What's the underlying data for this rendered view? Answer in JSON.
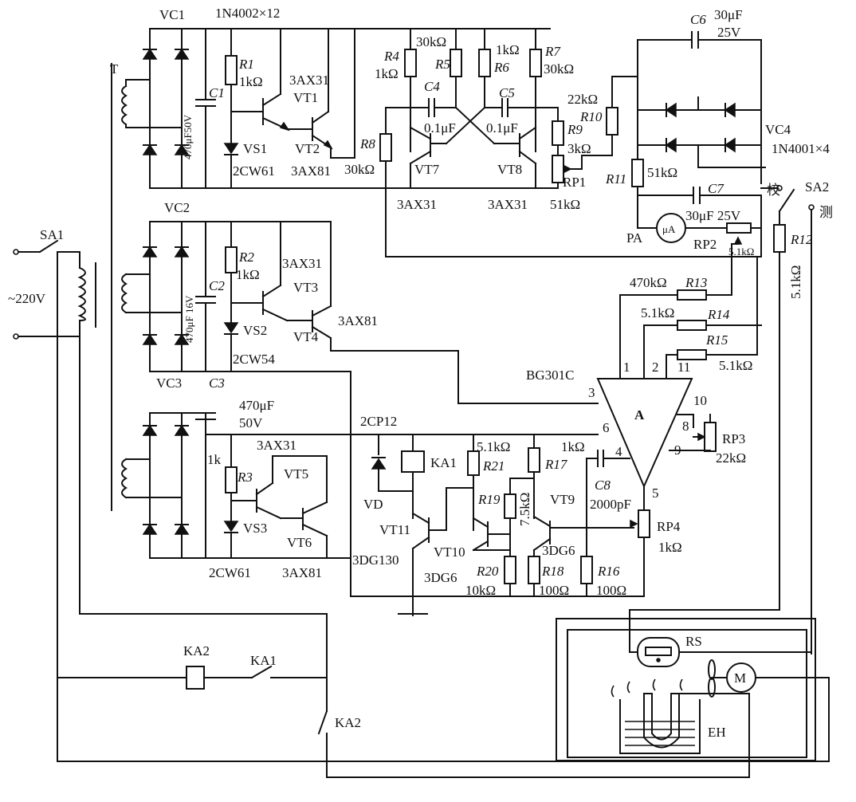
{
  "components": {
    "vc1": "VC1",
    "bridge1_diodes": "1N4002×12",
    "t": "T",
    "c1": "C1",
    "c1_val": "470μF50V",
    "r1": "R1",
    "r1_val": "1kΩ",
    "vt1_type": "3AX31",
    "vt1": "VT1",
    "vs1": "VS1",
    "vs1_type": "2CW61",
    "vt2": "VT2",
    "vt2_type": "3AX81",
    "r4": "R4",
    "r4_val": "1kΩ",
    "r5_val": "30kΩ",
    "r5": "R5",
    "r6_val": "1kΩ",
    "r6": "R6",
    "r7": "R7",
    "r7_val": "30kΩ",
    "c4": "C4",
    "c4_val": "0.1μF",
    "c5": "C5",
    "c5_val": "0.1μF",
    "r8": "R8",
    "r8_val": "30kΩ",
    "vt7": "VT7",
    "vt7_type": "3AX31",
    "vt8": "VT8",
    "vt8_type": "3AX31",
    "r9": "R9",
    "r9_val": "3kΩ",
    "r10": "R10",
    "r10_val": "22kΩ",
    "rp1": "RP1",
    "rp1_val": "51kΩ",
    "r11": "R11",
    "r11_val": "51kΩ",
    "c6": "C6",
    "c6_val": "30μF",
    "c6_v": "25V",
    "vc4": "VC4",
    "vc4_diodes": "1N4001×4",
    "c7": "C7",
    "c7_val": "30μF 25V",
    "pa": "PA",
    "meter": "μA",
    "rp2": "RP2",
    "rp2_val": "5.1kΩ",
    "sa2": "SA2",
    "sa2_cal": "校",
    "sa2_meas": "测",
    "r12": "R12",
    "r12_val": "5.1kΩ",
    "sa1": "SA1",
    "mains": "~220V",
    "vc2": "VC2",
    "c2": "C2",
    "c2_val": "470μF 16V",
    "r2": "R2",
    "r2_val": "1kΩ",
    "vt3_type": "3AX31",
    "vt3": "VT3",
    "vt4": "VT4",
    "vt4_type": "3AX81",
    "vs2": "VS2",
    "vs2_type": "2CW54",
    "r13": "R13",
    "r13_val": "470kΩ",
    "r14": "R14",
    "r14_val": "5.1kΩ",
    "r15": "R15",
    "r15_val": "5.1kΩ",
    "opamp": "BG301C",
    "opamp_a": "A",
    "pin1": "1",
    "pin2": "2",
    "pin11": "11",
    "pin3": "3",
    "pin10": "10",
    "pin8": "8",
    "pin6": "6",
    "pin9": "9",
    "pin4": "4",
    "pin5": "5",
    "rp3": "RP3",
    "rp3_val": "22kΩ",
    "vc3": "VC3",
    "c3": "C3",
    "c3_val": "470μF",
    "c3_v": "50V",
    "vt5_type": "3AX31",
    "r3_val": "1k",
    "r3": "R3",
    "vt5": "VT5",
    "vs3": "VS3",
    "vt6": "VT6",
    "vs3_type": "2CW61",
    "vt6_type": "3AX81",
    "vd_type": "2CP12",
    "vd": "VD",
    "ka1": "KA1",
    "r21_val": "5.1kΩ",
    "r21": "R21",
    "r17_val": "1kΩ",
    "r17": "R17",
    "r19": "R19",
    "r19_val": "7.5kΩ",
    "c8": "C8",
    "c8_val": "2000pF",
    "vt9": "VT9",
    "vt11": "VT11",
    "vt11_type": "3DG130",
    "vt10": "VT10",
    "vt10_type": "3DG6",
    "vt9_type": "3DG6",
    "r20": "R20",
    "r20_val": "10kΩ",
    "r18": "R18",
    "r18_val": "100Ω",
    "r16": "R16",
    "r16_val": "100Ω",
    "rp4": "RP4",
    "rp4_val": "1kΩ",
    "ka2_coil": "KA2",
    "ka1_contact": "KA1",
    "ka2_contact": "KA2",
    "rs": "RS",
    "m": "M",
    "eh": "EH"
  }
}
